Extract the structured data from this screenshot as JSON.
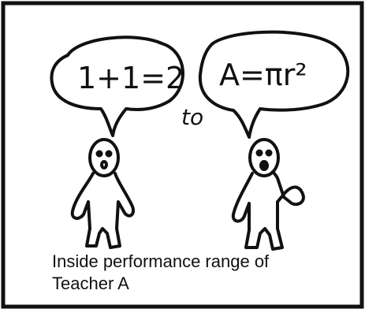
{
  "bubble_left": {
    "text": "1+1=2"
  },
  "bubble_right": {
    "text": "A=πr²"
  },
  "connector": {
    "text": "to"
  },
  "caption": {
    "line1": "Inside performance range of",
    "line2": "Teacher A"
  }
}
